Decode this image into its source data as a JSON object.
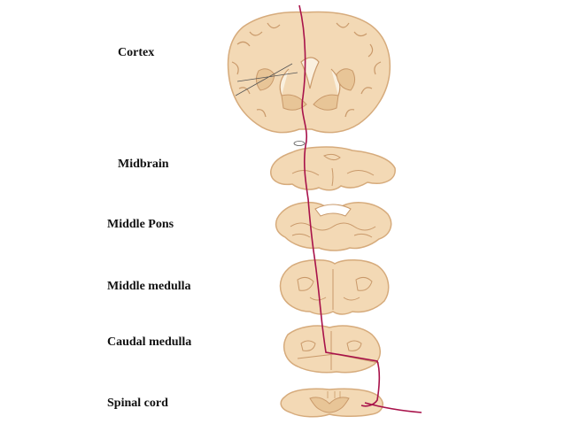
{
  "labels": {
    "cortex": "Cortex",
    "midbrain": "Midbrain",
    "middle_pons": "Middle Pons",
    "middle_medulla": "Middle medulla",
    "caudal_medulla": "Caudal medulla",
    "spinal_cord": "Spinal cord"
  },
  "colors": {
    "tissue_fill": "#f3d9b5",
    "tissue_stroke": "#d6ab7c",
    "tissue_detail": "#c9996a",
    "pathway": "#a8124a",
    "text": "#111111"
  }
}
